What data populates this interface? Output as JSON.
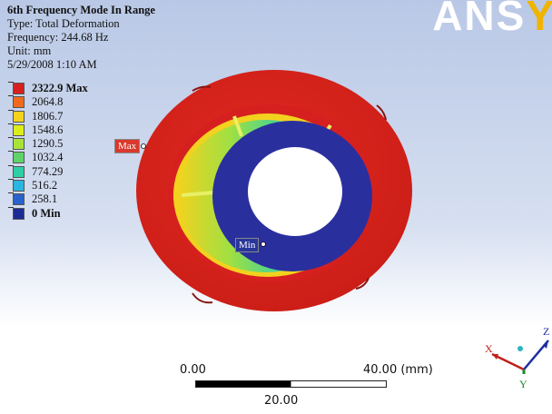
{
  "info": {
    "title": "6th Frequency Mode In Range",
    "type": "Type: Total Deformation",
    "frequency": "Frequency: 244.68 Hz",
    "unit": "Unit: mm",
    "date": "5/29/2008 1:10 AM"
  },
  "brand": {
    "main": "ANS",
    "accent": "Y"
  },
  "legend": [
    {
      "label": "2322.9 Max",
      "color": "#d62020",
      "bold": true
    },
    {
      "label": "2064.8",
      "color": "#f06a1e",
      "bold": false
    },
    {
      "label": "1806.7",
      "color": "#f2d21e",
      "bold": false
    },
    {
      "label": "1548.6",
      "color": "#dcee1a",
      "bold": false
    },
    {
      "label": "1290.5",
      "color": "#a8e33a",
      "bold": false
    },
    {
      "label": "1032.4",
      "color": "#5fd36a",
      "bold": false
    },
    {
      "label": "774.29",
      "color": "#2fcfa6",
      "bold": false
    },
    {
      "label": "516.2",
      "color": "#2ab6e0",
      "bold": false
    },
    {
      "label": "258.1",
      "color": "#2a62cc",
      "bold": false
    },
    {
      "label": "0 Min",
      "color": "#1c2a96",
      "bold": true
    }
  ],
  "probes": {
    "max": "Max",
    "min": "Min"
  },
  "scale": {
    "left": "0.00",
    "right": "40.00 (mm)",
    "mid": "20.00"
  },
  "axes": {
    "x": "X",
    "y": "Y",
    "z": "Z"
  }
}
